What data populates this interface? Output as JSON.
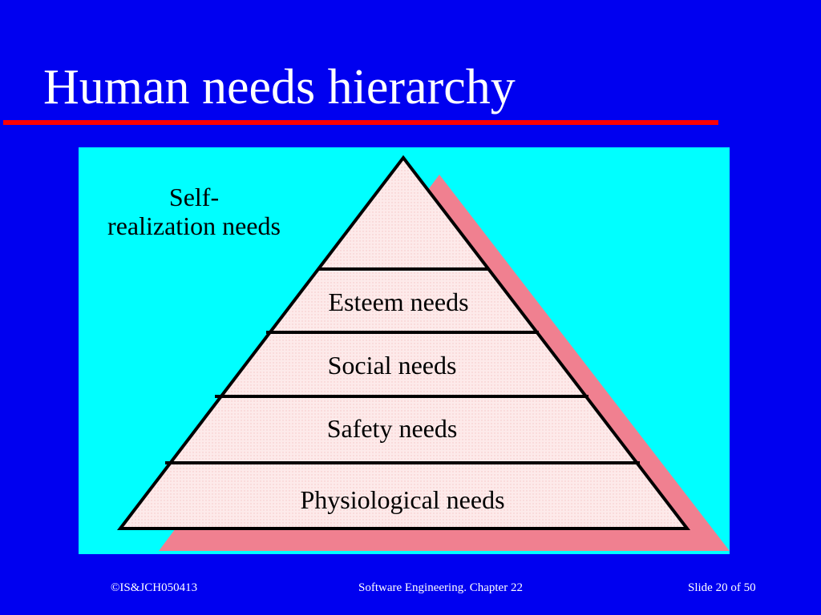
{
  "slide": {
    "title": "Human needs hierarchy"
  },
  "diagram": {
    "apex_label_line1": "Self-",
    "apex_label_line2": "realization needs",
    "levels": [
      {
        "label": "Esteem needs"
      },
      {
        "label": "Social needs"
      },
      {
        "label": "Safety needs"
      },
      {
        "label": "Physiological needs"
      }
    ],
    "colors": {
      "background": "#0000f0",
      "panel": "#00ffff",
      "pyramid_fill": "#fdeaea",
      "shadow": "#f08090",
      "rule": "#ff0000"
    }
  },
  "footer": {
    "left": "©IS&JCH050413",
    "center": "Software Engineering. Chapter 22",
    "right": "Slide 20 of 50"
  }
}
